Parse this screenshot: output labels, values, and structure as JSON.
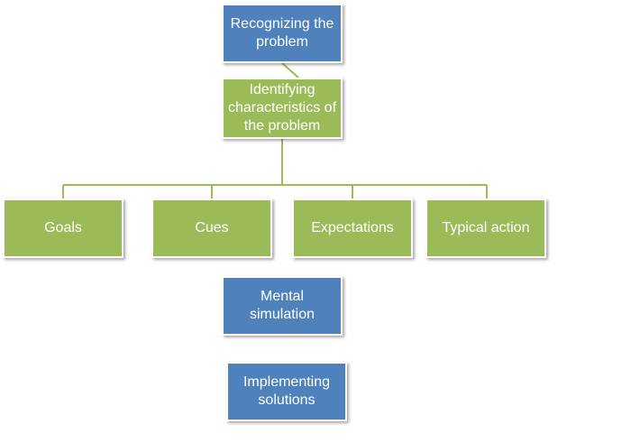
{
  "nodes": {
    "recognizing": "Recognizing the problem",
    "identifying": "Identifying characteristics of the problem",
    "goals": "Goals",
    "cues": "Cues",
    "expectations": "Expectations",
    "typical_action": "Typical action",
    "mental_simulation": "Mental simulation",
    "implementing": "Implementing solutions"
  },
  "colors": {
    "blue": "#4f81bd",
    "green": "#9bbb59",
    "connector": "#9bbb59"
  }
}
